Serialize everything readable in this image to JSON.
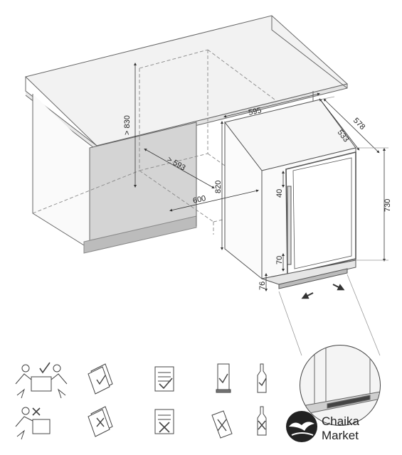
{
  "dimensions": {
    "counter_height": "> 830",
    "niche_depth": "> 593",
    "niche_width": "600",
    "appliance_height_back": "820",
    "appliance_width": "595",
    "appliance_depth": "533",
    "appliance_depth_door": "578",
    "appliance_height": "730",
    "door_gap_top": "40",
    "door_gap_bottom": "70",
    "plinth_height": "76"
  },
  "brand": {
    "line1": "Chaika",
    "line2": "Market",
    "logo": "seagull-logo"
  },
  "icons": {
    "row_do": [
      "two-person-lift-icon",
      "manual-read-icon",
      "checklist-icon",
      "upright-appliance-icon",
      "bottle-upright-icon"
    ],
    "row_dont": [
      "one-person-lift-icon",
      "manual-skip-icon",
      "checklist-skip-icon",
      "tilted-appliance-icon",
      "bottle-wrong-icon"
    ]
  }
}
